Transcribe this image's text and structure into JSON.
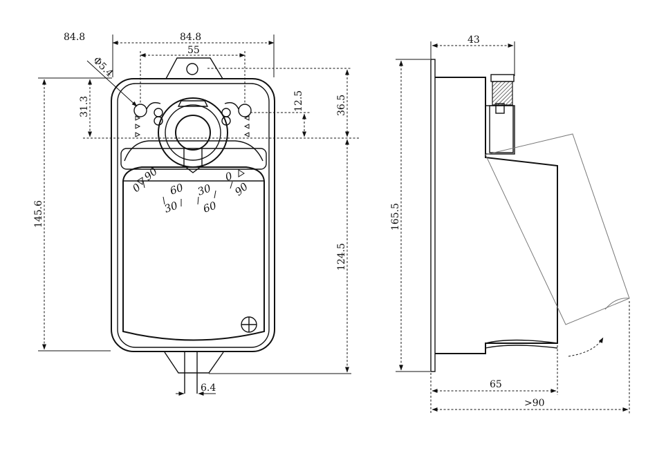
{
  "front_view": {
    "corner_label": "84.8",
    "width_dim": "84.8",
    "hole_spacing_dim": "55",
    "hole_diameter_dim": "Φ5.4",
    "hole_offset_dim": "31.3",
    "slot_dim": "12.5",
    "top_to_axis_dim": "36.5",
    "total_height_dim": "145.6",
    "axis_to_bottom_dim": "124.5",
    "shaft_width_dim": "6.4",
    "scale_left": [
      "0",
      "90",
      "60",
      "30"
    ],
    "scale_right": [
      "30",
      "60",
      "0",
      "90"
    ]
  },
  "side_view": {
    "depth_top_dim": "43",
    "height_dim": "165.5",
    "depth_body_dim": "65",
    "depth_total_dim": ">90"
  }
}
